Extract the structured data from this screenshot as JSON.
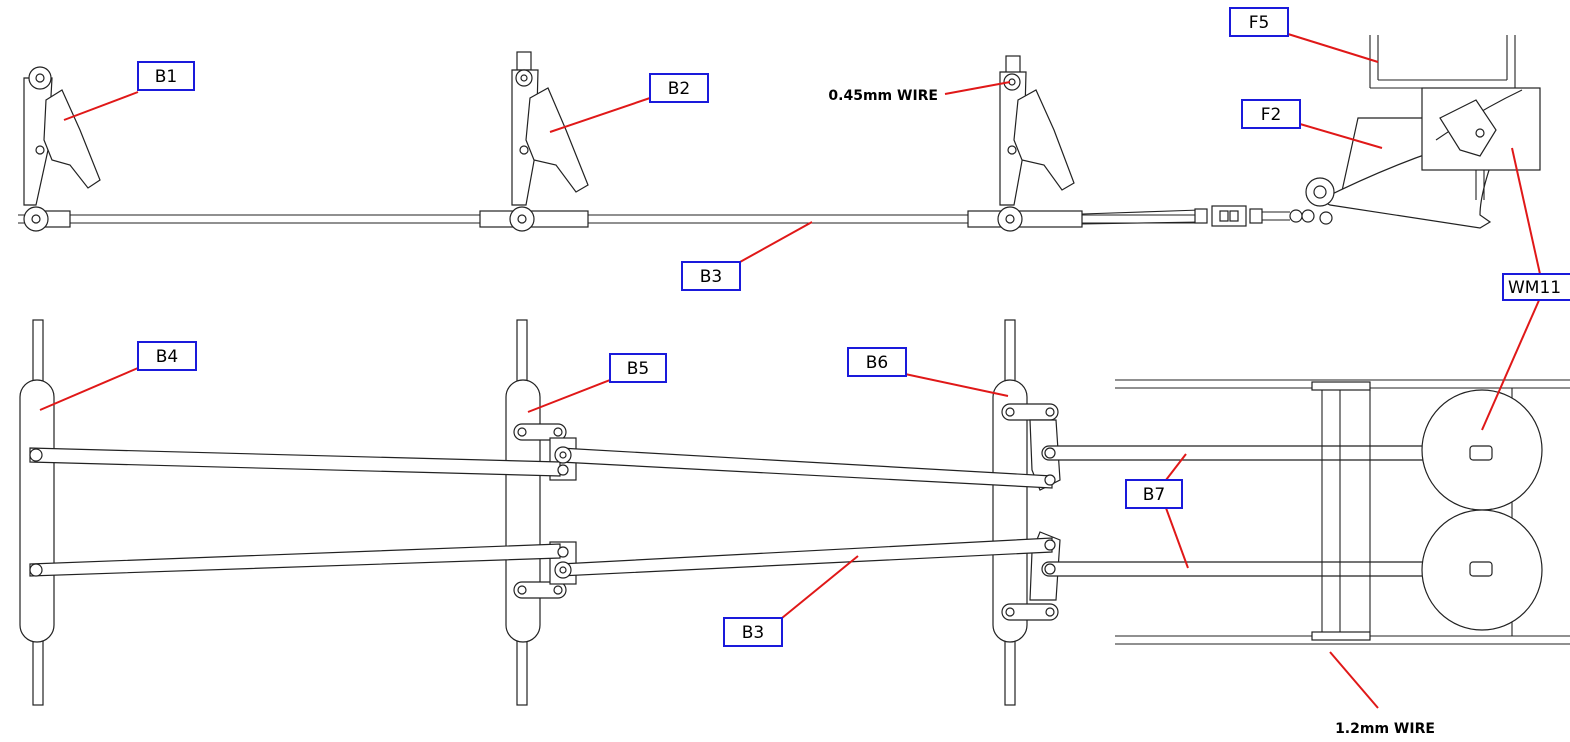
{
  "labels": {
    "B1": "B1",
    "B2": "B2",
    "B3_top": "B3",
    "B3_bottom": "B3",
    "B4": "B4",
    "B5": "B5",
    "B6": "B6",
    "B7": "B7",
    "F2": "F2",
    "F5": "F5",
    "WM11": "WM11"
  },
  "notes": {
    "wire_045": "0.45mm WIRE",
    "wire_12": "1.2mm WIRE"
  },
  "colors": {
    "label_border": "#1a1adb",
    "leader_line": "#e01818",
    "drawing_line": "#222222"
  }
}
